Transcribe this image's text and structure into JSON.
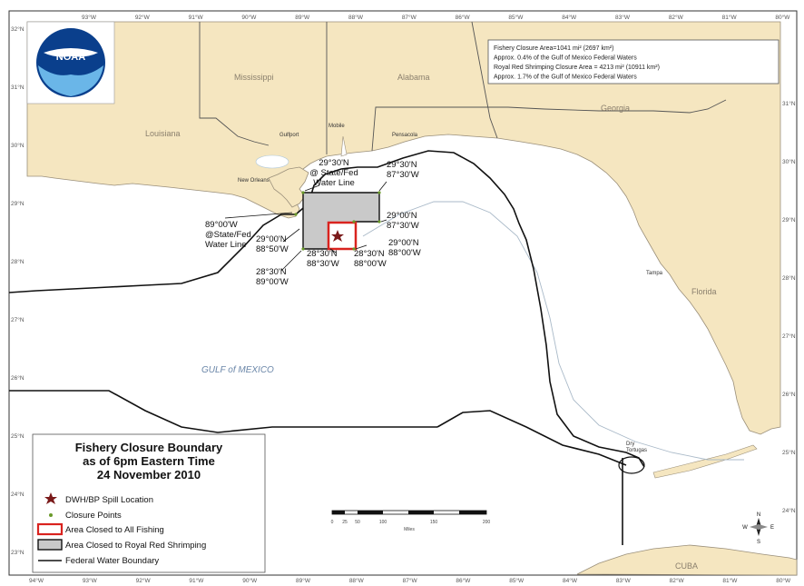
{
  "ticks_top": [
    "93°W",
    "92°W",
    "91°W",
    "90°W",
    "89°W",
    "88°W",
    "87°W",
    "86°W",
    "85°W",
    "84°W",
    "83°W",
    "82°W",
    "81°W",
    "80°W"
  ],
  "ticks_bottom": [
    "94°W",
    "93°W",
    "92°W",
    "91°W",
    "90°W",
    "89°W",
    "88°W",
    "87°W",
    "86°W",
    "85°W",
    "84°W",
    "83°W",
    "82°W",
    "81°W",
    "80°W"
  ],
  "ticks_left": [
    "32°N",
    "31°N",
    "30°N",
    "29°N",
    "28°N",
    "27°N",
    "26°N",
    "25°N",
    "24°N",
    "23°N"
  ],
  "ticks_right": [
    "31°N",
    "30°N",
    "29°N",
    "28°N",
    "27°N",
    "26°N",
    "25°N",
    "24°N",
    "23°N"
  ],
  "logo": "NOAA",
  "states": {
    "mississippi": "Mississippi",
    "alabama": "Alabama",
    "georgia": "Georgia",
    "louisiana": "Louisiana",
    "florida": "Florida"
  },
  "cities": {
    "new_orleans": "New Orleans",
    "gulfport": "Gulfport",
    "mobile": "Mobile",
    "pensacola": "Pensacola",
    "tampa": "Tampa",
    "dry_tortugas": "Dry\nTortugas"
  },
  "water": {
    "gulf": "GULF of MEXICO",
    "cuba": "CUBA"
  },
  "info_box": [
    "Fishery Closure Area=1041 mi² (2697 km²)",
    "Approx. 0.4% of the Gulf of Mexico Federal Waters",
    "Royal Red Shrimping Closure Area = 4213 mi² (10911 km²)",
    "Approx. 1.7% of the Gulf of Mexico Federal Waters"
  ],
  "coordinates": [
    {
      "lines": [
        "29°30'N",
        "@ State/Fed",
        "Water Line"
      ]
    },
    {
      "lines": [
        "29°30'N",
        "87°30'W"
      ]
    },
    {
      "lines": [
        "29°00'N",
        "87°30'W"
      ]
    },
    {
      "lines": [
        "29°00'N",
        "88°00'W"
      ]
    },
    {
      "lines": [
        "28°30'N",
        "88°00'W"
      ]
    },
    {
      "lines": [
        "28°30'N",
        "88°30'W"
      ]
    },
    {
      "lines": [
        "28°30'N",
        "89°00'W"
      ]
    },
    {
      "lines": [
        "29°00'N",
        "88°50'W"
      ]
    },
    {
      "lines": [
        "89°00'W",
        "@State/Fed",
        "Water Line"
      ]
    }
  ],
  "legend": {
    "title": [
      "Fishery Closure Boundary",
      "as of 6pm Eastern Time",
      "24 November 2010"
    ],
    "items": [
      "DWH/BP Spill Location",
      "Closure Points",
      "Area Closed to All Fishing",
      "Area Closed to Royal Red Shrimping",
      "Federal Water Boundary"
    ]
  },
  "scale": {
    "ticks": [
      "0",
      "25",
      "50",
      "100",
      "150",
      "200"
    ],
    "unit": "Miles"
  },
  "compass": {
    "n": "N",
    "s": "S",
    "e": "E",
    "w": "W"
  },
  "colors": {
    "land": "#f5e6c0",
    "water": "#ffffff",
    "closure_red": "#d9231f",
    "shrimp_gray": "#c9c9c9",
    "federal_line": "#111111",
    "spill_star": "#7a1a1a",
    "closure_points": "#6a9a2a"
  }
}
